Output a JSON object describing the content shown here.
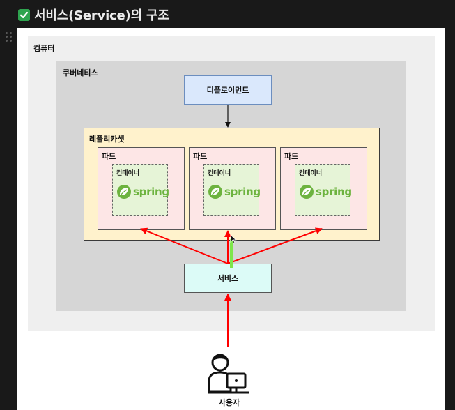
{
  "heading": {
    "icon": "check-mark-icon",
    "title": "서비스(Service)의 구조"
  },
  "diagram": {
    "computer_label": "컴퓨터",
    "kubernetes_label": "쿠버네티스",
    "deployment_label": "디플로이먼트",
    "replicaset_label": "레플리카셋",
    "pods": [
      {
        "label": "파드",
        "container_label": "컨테이너",
        "logo_text": "spring"
      },
      {
        "label": "파드",
        "container_label": "컨테이너",
        "logo_text": "spring"
      },
      {
        "label": "파드",
        "container_label": "컨테이너",
        "logo_text": "spring"
      }
    ],
    "service_label": "서비스",
    "user_label": "사용자",
    "colors": {
      "arrow_red": "#ff0000",
      "highlight_green": "#7ee64b",
      "deployment_fill": "#dae8fc",
      "replicaset_fill": "#fff2cc",
      "pod_fill": "#fde6e6",
      "container_fill": "#e6f4d7",
      "service_fill": "#dcfbf7",
      "spring_green": "#6db33f"
    }
  }
}
